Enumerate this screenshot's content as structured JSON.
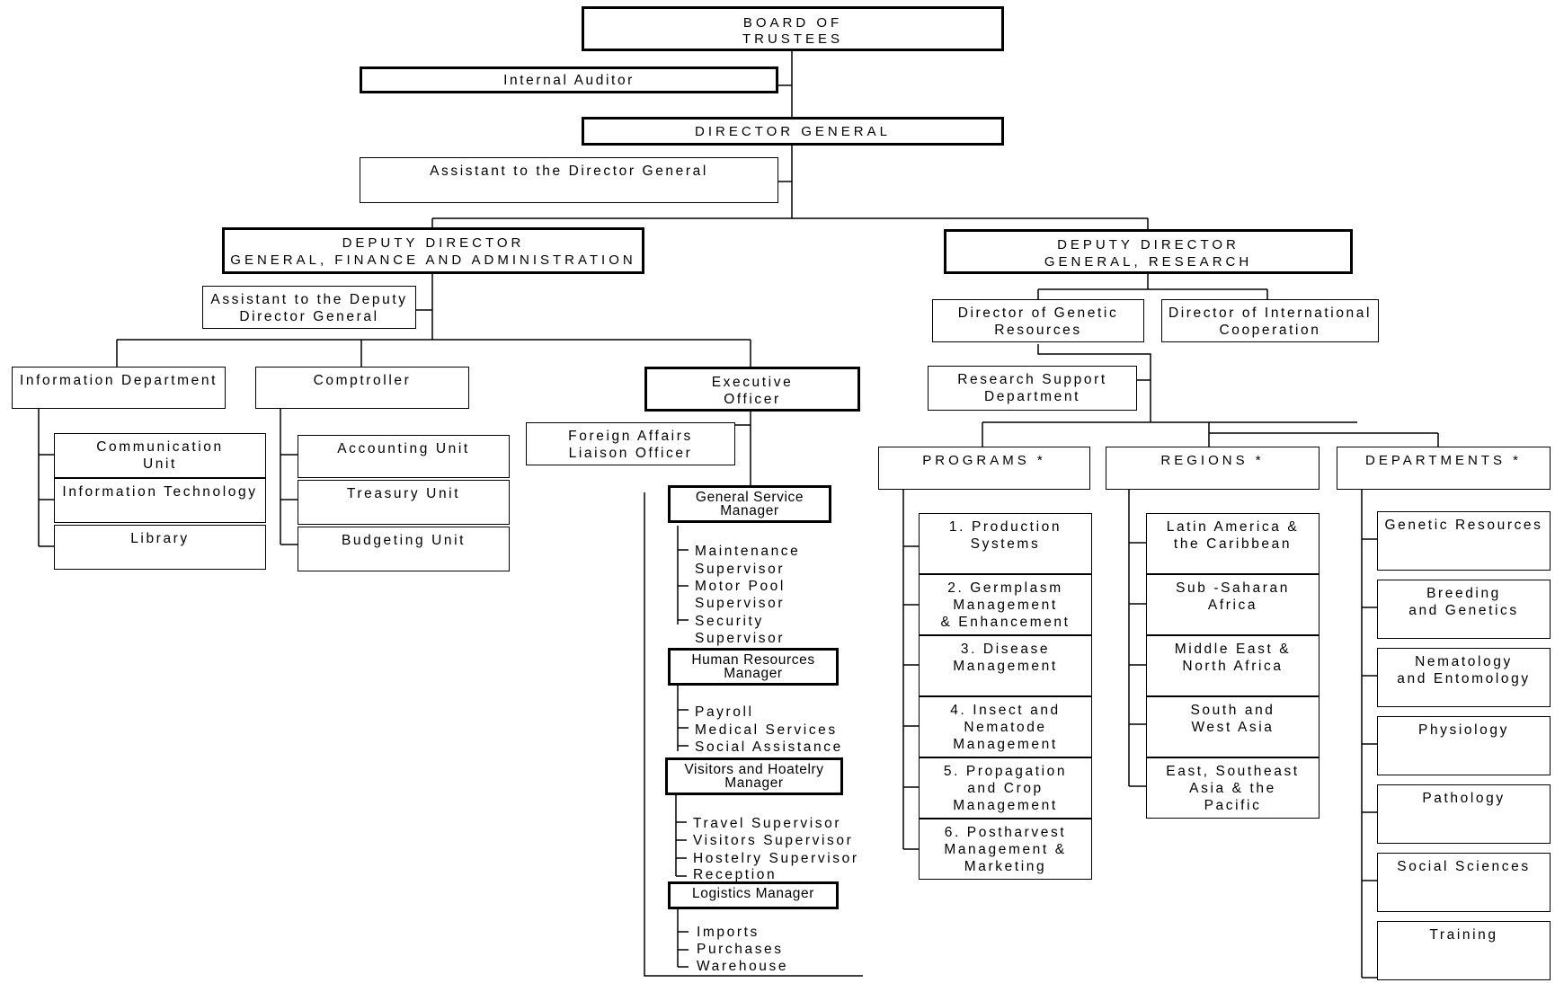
{
  "top": {
    "board": "BOARD OF\nTRUSTEES",
    "internal_auditor": "Internal Auditor",
    "director_general": "DIRECTOR GENERAL",
    "assistant_dg": "Assistant to the Director General"
  },
  "finance": {
    "deputy": "DEPUTY DIRECTOR\nGENERAL, FINANCE AND ADMINISTRATION",
    "assistant_deputy": "Assistant to the Deputy\nDirector General",
    "information_department": "Information Department",
    "communication_unit": "Communication\nUnit",
    "information_technology": "Information Technology",
    "library": "Library",
    "comptroller": "Comptroller",
    "accounting_unit": "Accounting Unit",
    "treasury_unit": "Treasury Unit",
    "budgeting_unit": "Budgeting Unit",
    "executive_officer": "Executive\nOfficer",
    "foreign_affairs": "Foreign Affairs\nLiaison Officer",
    "general_service_manager": "General Service\nManager",
    "gs_items": [
      "Maintenance",
      "Supervisor",
      "Motor Pool",
      "Supervisor",
      "Security",
      "Supervisor"
    ],
    "human_resources_manager": "Human Resources\nManager",
    "hr_items": [
      "Payroll",
      "Medical Services",
      "Social Assistance"
    ],
    "visitors_manager": "Visitors and Hoatelry\nManager",
    "vh_items": [
      "Travel Supervisor",
      "Visitors Supervisor",
      "Hostelry Supervisor",
      "Reception"
    ],
    "logistics_manager": "Logistics Manager",
    "lg_items": [
      "Imports",
      "Purchases",
      "Warehouse"
    ]
  },
  "research": {
    "deputy": "DEPUTY DIRECTOR\nGENERAL, RESEARCH",
    "director_genetic": "Director of Genetic\nResources",
    "director_international": "Director of International\nCooperation",
    "research_support": "Research Support\nDepartment",
    "programs_header": "PROGRAMS *",
    "regions_header": "REGIONS *",
    "departments_header": "DEPARTMENTS *",
    "programs": [
      "1. Production\nSystems",
      "2. Germplasm\nManagement\n& Enhancement",
      "3. Disease\nManagement",
      "4. Insect and\nNematode\nManagement",
      "5. Propagation\nand Crop\nManagement",
      "6. Postharvest\nManagement &\nMarketing"
    ],
    "regions": [
      "Latin America &\nthe Caribbean",
      "Sub -Saharan\nAfrica",
      "Middle East &\nNorth Africa",
      "South and\nWest Asia",
      "East, Southeast\nAsia & the\nPacific"
    ],
    "departments": [
      "Genetic Resources",
      "Breeding\nand Genetics",
      "Nematology\nand Entomology",
      "Physiology",
      "Pathology",
      "Social Sciences",
      "Training"
    ]
  }
}
